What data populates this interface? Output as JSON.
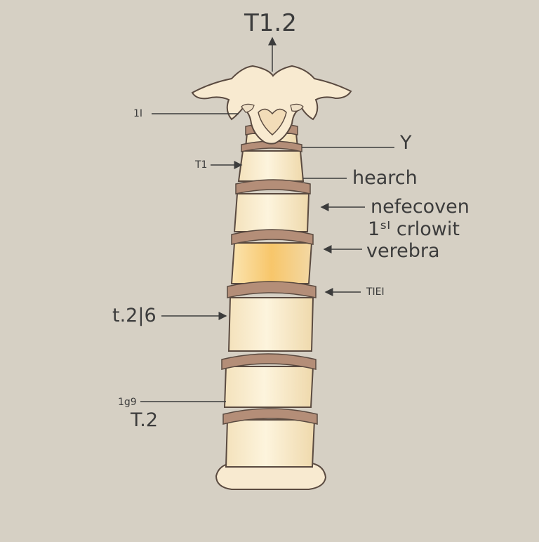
{
  "diagram": {
    "title": "T1.2",
    "labels": {
      "l_t1_top": "1I",
      "l_t1_mid": "T1",
      "l_t216": "t.2|6",
      "l_t19": "1g9",
      "l_t2": "T.2",
      "r_y": "Y",
      "r_hearch": "hearch",
      "r_nefecoven": "nefecoven",
      "r_crlowit": "1ˢᴵ crlowit",
      "r_verebra": "verebra",
      "r_tiei": "TIEI"
    },
    "colors": {
      "background": "#d6d0c4",
      "bone": "#fbf0d4",
      "bone_shadow": "#efdcb2",
      "disc": "#b48e78",
      "outline": "#5a4a40",
      "highlight": "#f7c66a",
      "text": "#3c3c3c"
    }
  }
}
